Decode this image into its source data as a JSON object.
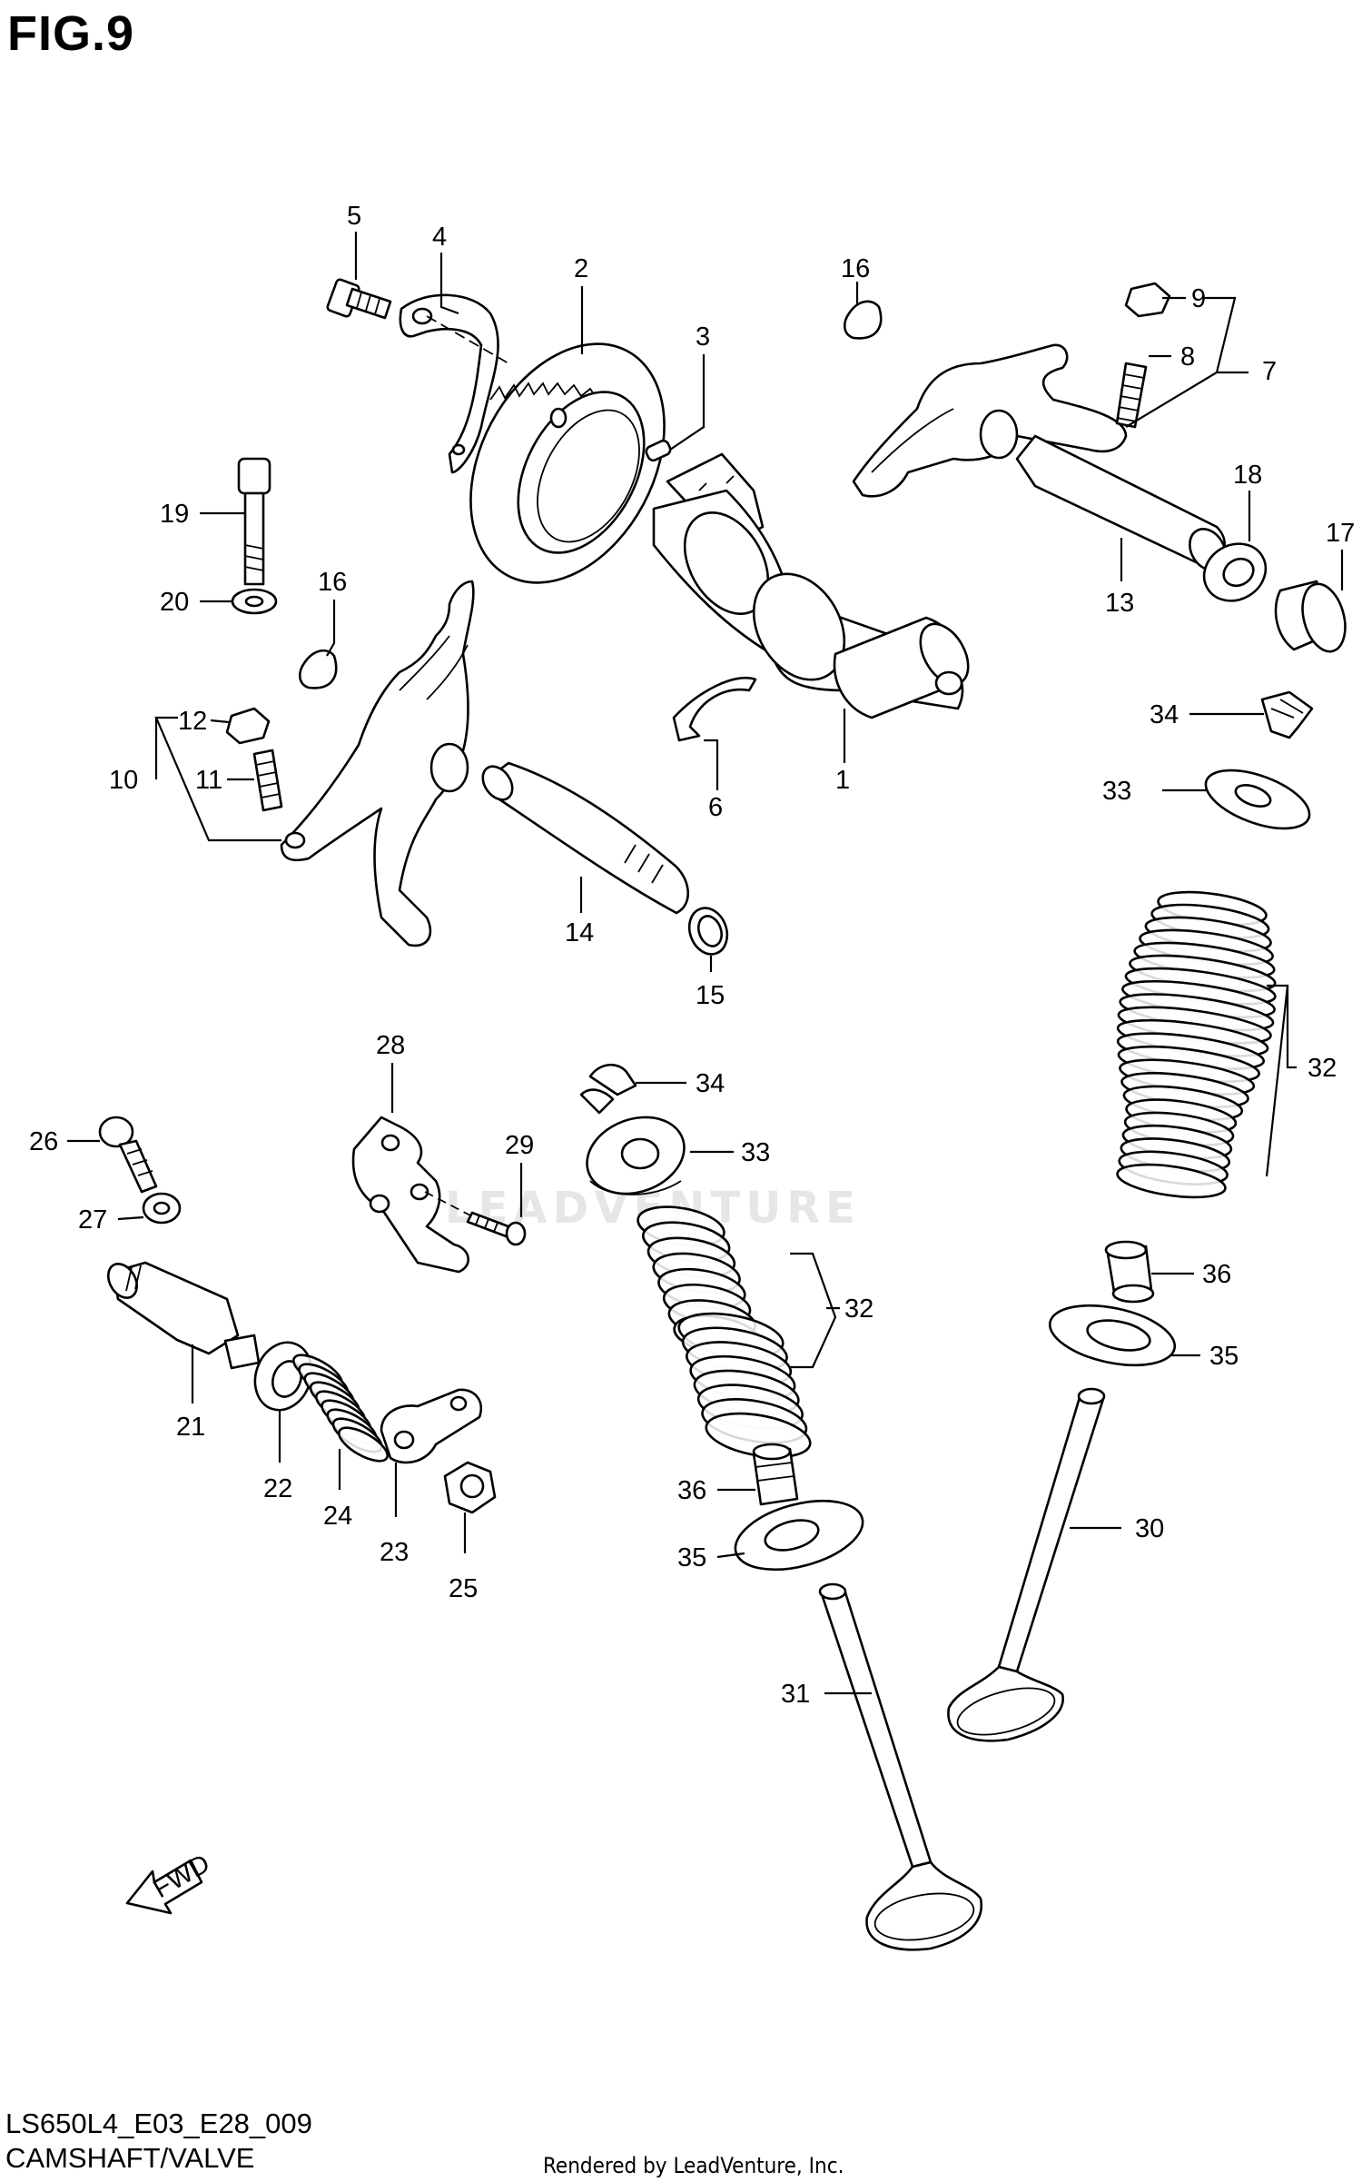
{
  "figure_title": "FIG.9",
  "diagram_code": "LS650L4_E03_E28_009",
  "section_title": "CAMSHAFT/VALVE",
  "credit": "Rendered by LeadVenture, Inc.",
  "watermark": "LEADVENTURE",
  "fwd_label": "FWD",
  "callouts": [
    "1",
    "2",
    "3",
    "4",
    "5",
    "6",
    "7",
    "8",
    "9",
    "10",
    "11",
    "12",
    "13",
    "14",
    "15",
    "16",
    "16",
    "17",
    "18",
    "19",
    "20",
    "21",
    "22",
    "23",
    "24",
    "25",
    "26",
    "27",
    "28",
    "29",
    "30",
    "31",
    "32",
    "32",
    "33",
    "33",
    "34",
    "34",
    "35",
    "35",
    "36",
    "36"
  ]
}
